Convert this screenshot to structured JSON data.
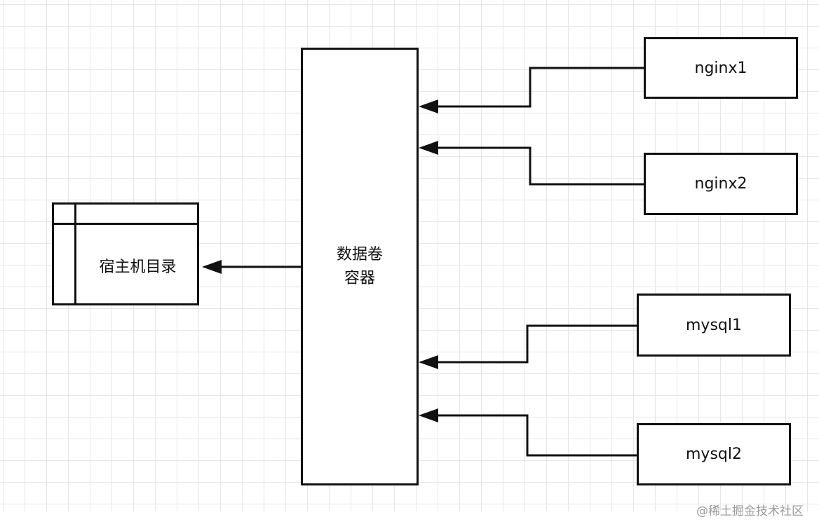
{
  "host_directory": {
    "label": "宿主机目录"
  },
  "volume_container": {
    "line1": "数据卷",
    "line2": "容器"
  },
  "containers": [
    {
      "id": "nginx1",
      "label": "nginx1"
    },
    {
      "id": "nginx2",
      "label": "nginx2"
    },
    {
      "id": "mysql1",
      "label": "mysql1"
    },
    {
      "id": "mysql2",
      "label": "mysql2"
    }
  ],
  "watermark": "@稀土掘金技术社区",
  "colors": {
    "line": "#111111",
    "grid": "#e6e6e6",
    "background": "#ffffff",
    "watermark": "#9a9a9a"
  }
}
